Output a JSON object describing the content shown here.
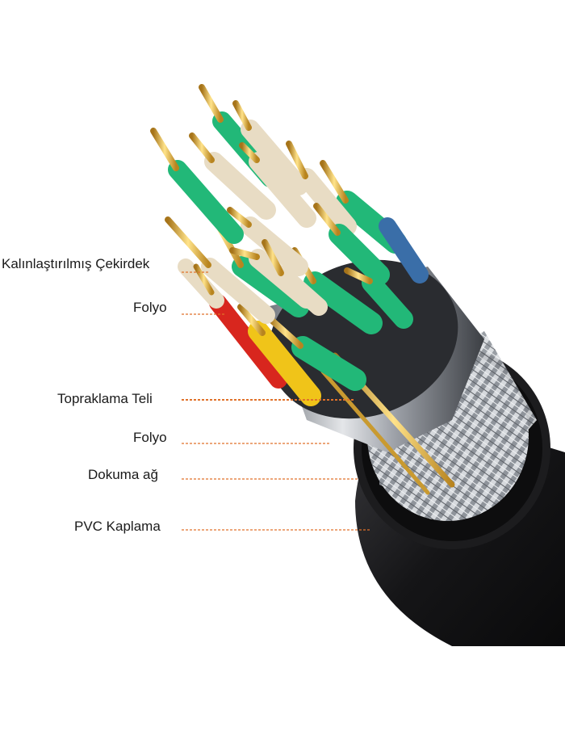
{
  "labels": [
    {
      "text": "Kalınlaştırılmış Çekirdek"
    },
    {
      "text": "Folyo"
    },
    {
      "text": "Topraklama Teli"
    },
    {
      "text": "Folyo"
    },
    {
      "text": "Dokuma ağ"
    },
    {
      "text": "PVC Kaplama"
    }
  ],
  "colors": {
    "leader": "#e0722a",
    "jacket": "#1c1c1e",
    "foil": "#a9adb3",
    "braid": "#c9ccd1",
    "gold": "#d9a328",
    "wire_green": "#22b878",
    "wire_beige": "#e8dcc4",
    "wire_red": "#d8261e",
    "wire_yellow": "#f0c419",
    "wire_blue": "#3a6ea8"
  }
}
